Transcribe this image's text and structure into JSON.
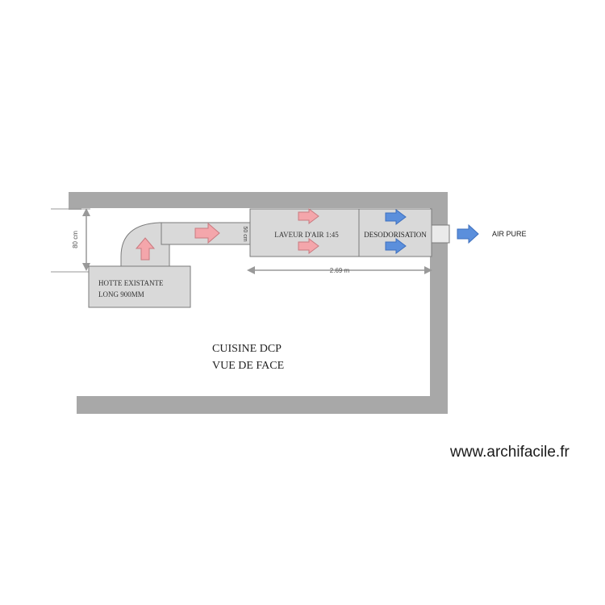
{
  "diagram": {
    "hood_label": [
      "HOTTE EXISTANTE",
      "LONG 900MM"
    ],
    "section1_label": "LAVEUR D'AIR 1:45",
    "section2_label": "DESODORISATION",
    "air_out_label": "AIR PURE",
    "title_lines": [
      "CUISINE DCP",
      "VUE DE FACE"
    ],
    "dim_vertical_left": "80 cm",
    "dim_vertical_duct": "50 cm",
    "dim_horizontal": "2.69 m"
  },
  "colors": {
    "wall": "#a8a8a8",
    "equipment_fill": "#d9d9d9",
    "equipment_stroke": "#7a7a7a",
    "arrow_red": "#f4a6ab",
    "arrow_blue": "#5b8fdc",
    "dimension": "#999999"
  },
  "watermark": "www.archifacile.fr"
}
